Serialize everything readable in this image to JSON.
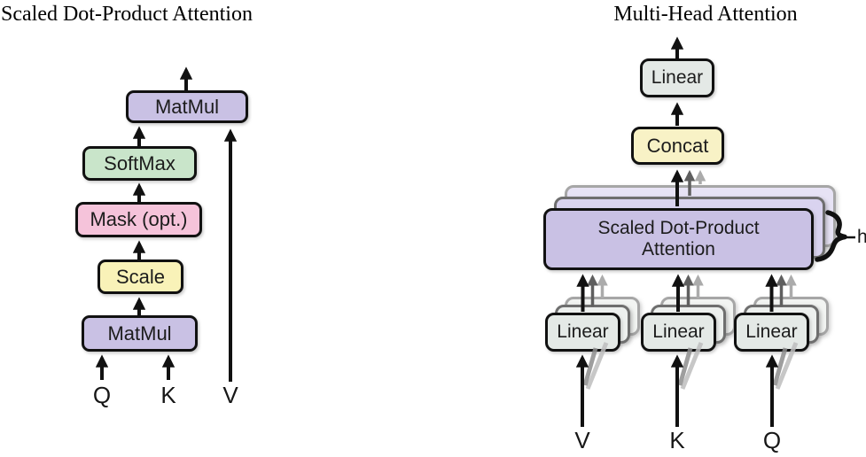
{
  "figure": {
    "left": {
      "title": "Scaled Dot-Product Attention",
      "boxes": {
        "matmul_top": "MatMul",
        "softmax": "SoftMax",
        "mask": "Mask (opt.)",
        "scale": "Scale",
        "matmul_bottom": "MatMul"
      },
      "inputs": {
        "q": "Q",
        "k": "K",
        "v": "V"
      }
    },
    "right": {
      "title": "Multi-Head Attention",
      "boxes": {
        "linear_out": "Linear",
        "concat": "Concat",
        "attention_line1": "Scaled Dot-Product",
        "attention_line2": "Attention",
        "linear_v": "Linear",
        "linear_k": "Linear",
        "linear_q": "Linear"
      },
      "inputs": {
        "v": "V",
        "k": "K",
        "q": "Q"
      },
      "head_count_label": "h"
    },
    "colors": {
      "purple": "#c9c1e4",
      "purple_mid": "#d9d3ef",
      "purple_back": "#e7e3f5",
      "green": "#c9e5ca",
      "pink": "#f5c3da",
      "yellow": "#f9f2b8",
      "yellow_concat": "#f8f2c6",
      "gray_linear": "#e4e9e6",
      "gray_linear_mid": "#edf0ee",
      "gray_linear_back": "#f2f4f2",
      "border_black": "#111111",
      "border_mid": "#6e6e6e",
      "border_back": "#a6a6a6",
      "arrow_black": "#111111",
      "arrow_dark_gray": "#5f5f5f",
      "arrow_light_gray": "#ababab"
    }
  }
}
